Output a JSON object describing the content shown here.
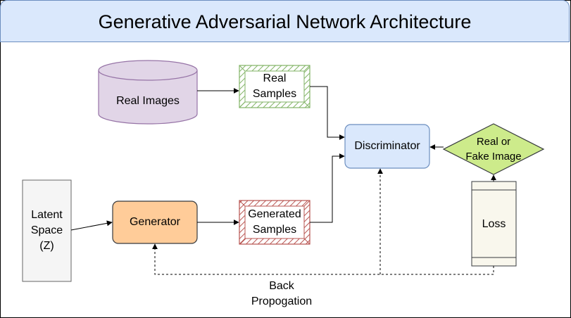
{
  "title": "Generative Adversarial Network Architecture",
  "nodes": {
    "real_images": "Real Images",
    "real_samples": "Real\nSamples",
    "discriminator": "Discriminator",
    "real_or_fake": "Real or\nFake Image",
    "latent_space": "Latent\nSpace\n(Z)",
    "generator": "Generator",
    "generated_samples": "Generated\nSamples",
    "loss": "Loss"
  },
  "edge_labels": {
    "back_propagation": "Back\nPropogation"
  },
  "colors": {
    "title_fill": "#dae8fc",
    "title_stroke": "#6c8ebf",
    "cylinder_fill": "#e1d5e7",
    "cylinder_stroke": "#9673a6",
    "real_samples_stroke": "#82b366",
    "generated_samples_stroke": "#b85450",
    "discriminator_fill": "#dae8fc",
    "discriminator_stroke": "#6c8ebf",
    "decision_fill": "#cdeb8b",
    "decision_stroke": "#36393d",
    "generator_fill": "#ffcc99",
    "generator_stroke": "#36393d",
    "latent_fill": "#f5f5f5",
    "latent_stroke": "#666666",
    "loss_fill": "#f9f7ed",
    "loss_stroke": "#36393d"
  }
}
